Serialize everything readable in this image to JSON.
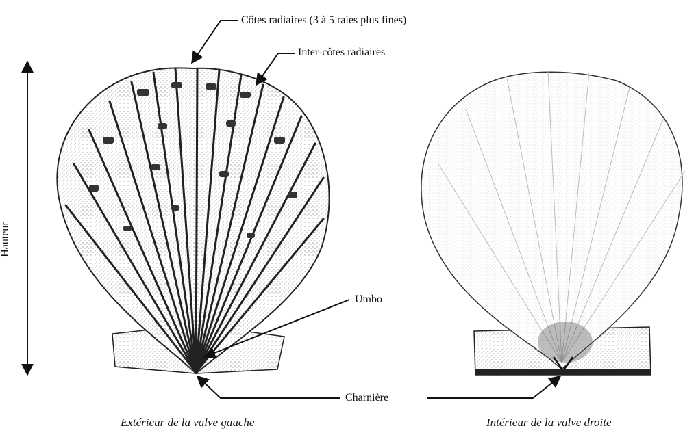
{
  "labels": {
    "ribs": "Côtes radiaires (3 à 5 raies plus fines)",
    "inter_ribs": "Inter-côtes radiaires",
    "umbo": "Umbo",
    "hinge": "Charnière",
    "height": "Hauteur"
  },
  "captions": {
    "left": "Extérieur de la valve gauche",
    "right": "Intérieur de la valve droite"
  }
}
